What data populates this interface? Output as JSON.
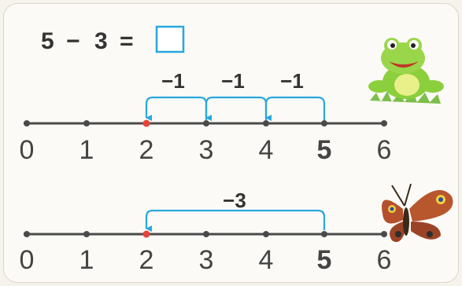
{
  "equation": {
    "left": "5",
    "op": "−",
    "right": "3",
    "equals": "="
  },
  "jumps_top": [
    "−1",
    "−1",
    "−1"
  ],
  "jump_bottom": "−3",
  "number_line_top": {
    "ticks": [
      "0",
      "1",
      "2",
      "3",
      "4",
      "5",
      "6"
    ],
    "start": 5,
    "end": 2,
    "highlight_bold": "5"
  },
  "number_line_bottom": {
    "ticks": [
      "0",
      "1",
      "2",
      "3",
      "4",
      "5",
      "6"
    ],
    "start": 5,
    "end": 2,
    "highlight_bold": "5"
  },
  "colors": {
    "arrow": "#29a7df",
    "line": "#4a4a4a",
    "target_dot": "#e8423a",
    "answer_box": "#29a7df"
  },
  "icons": [
    "frog-icon",
    "butterfly-icon"
  ]
}
